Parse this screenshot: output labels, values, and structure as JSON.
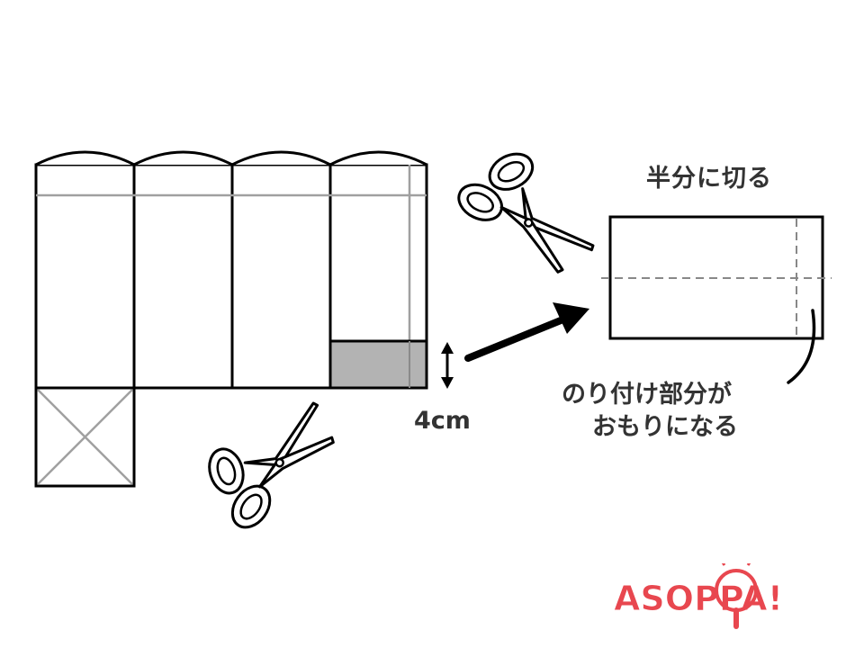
{
  "labels": {
    "cut_half": "半分に切る",
    "width_measure": "4cm",
    "glue_line1": "のり付け部分が",
    "glue_line2": "おもりになる"
  },
  "logo": {
    "text": "ASOPPA!",
    "brand_color": "#e8474f"
  },
  "colors": {
    "outline": "#000000",
    "fold_line": "#a0a0a0",
    "shaded_strip": "#b3b3b3",
    "text": "#333333"
  }
}
